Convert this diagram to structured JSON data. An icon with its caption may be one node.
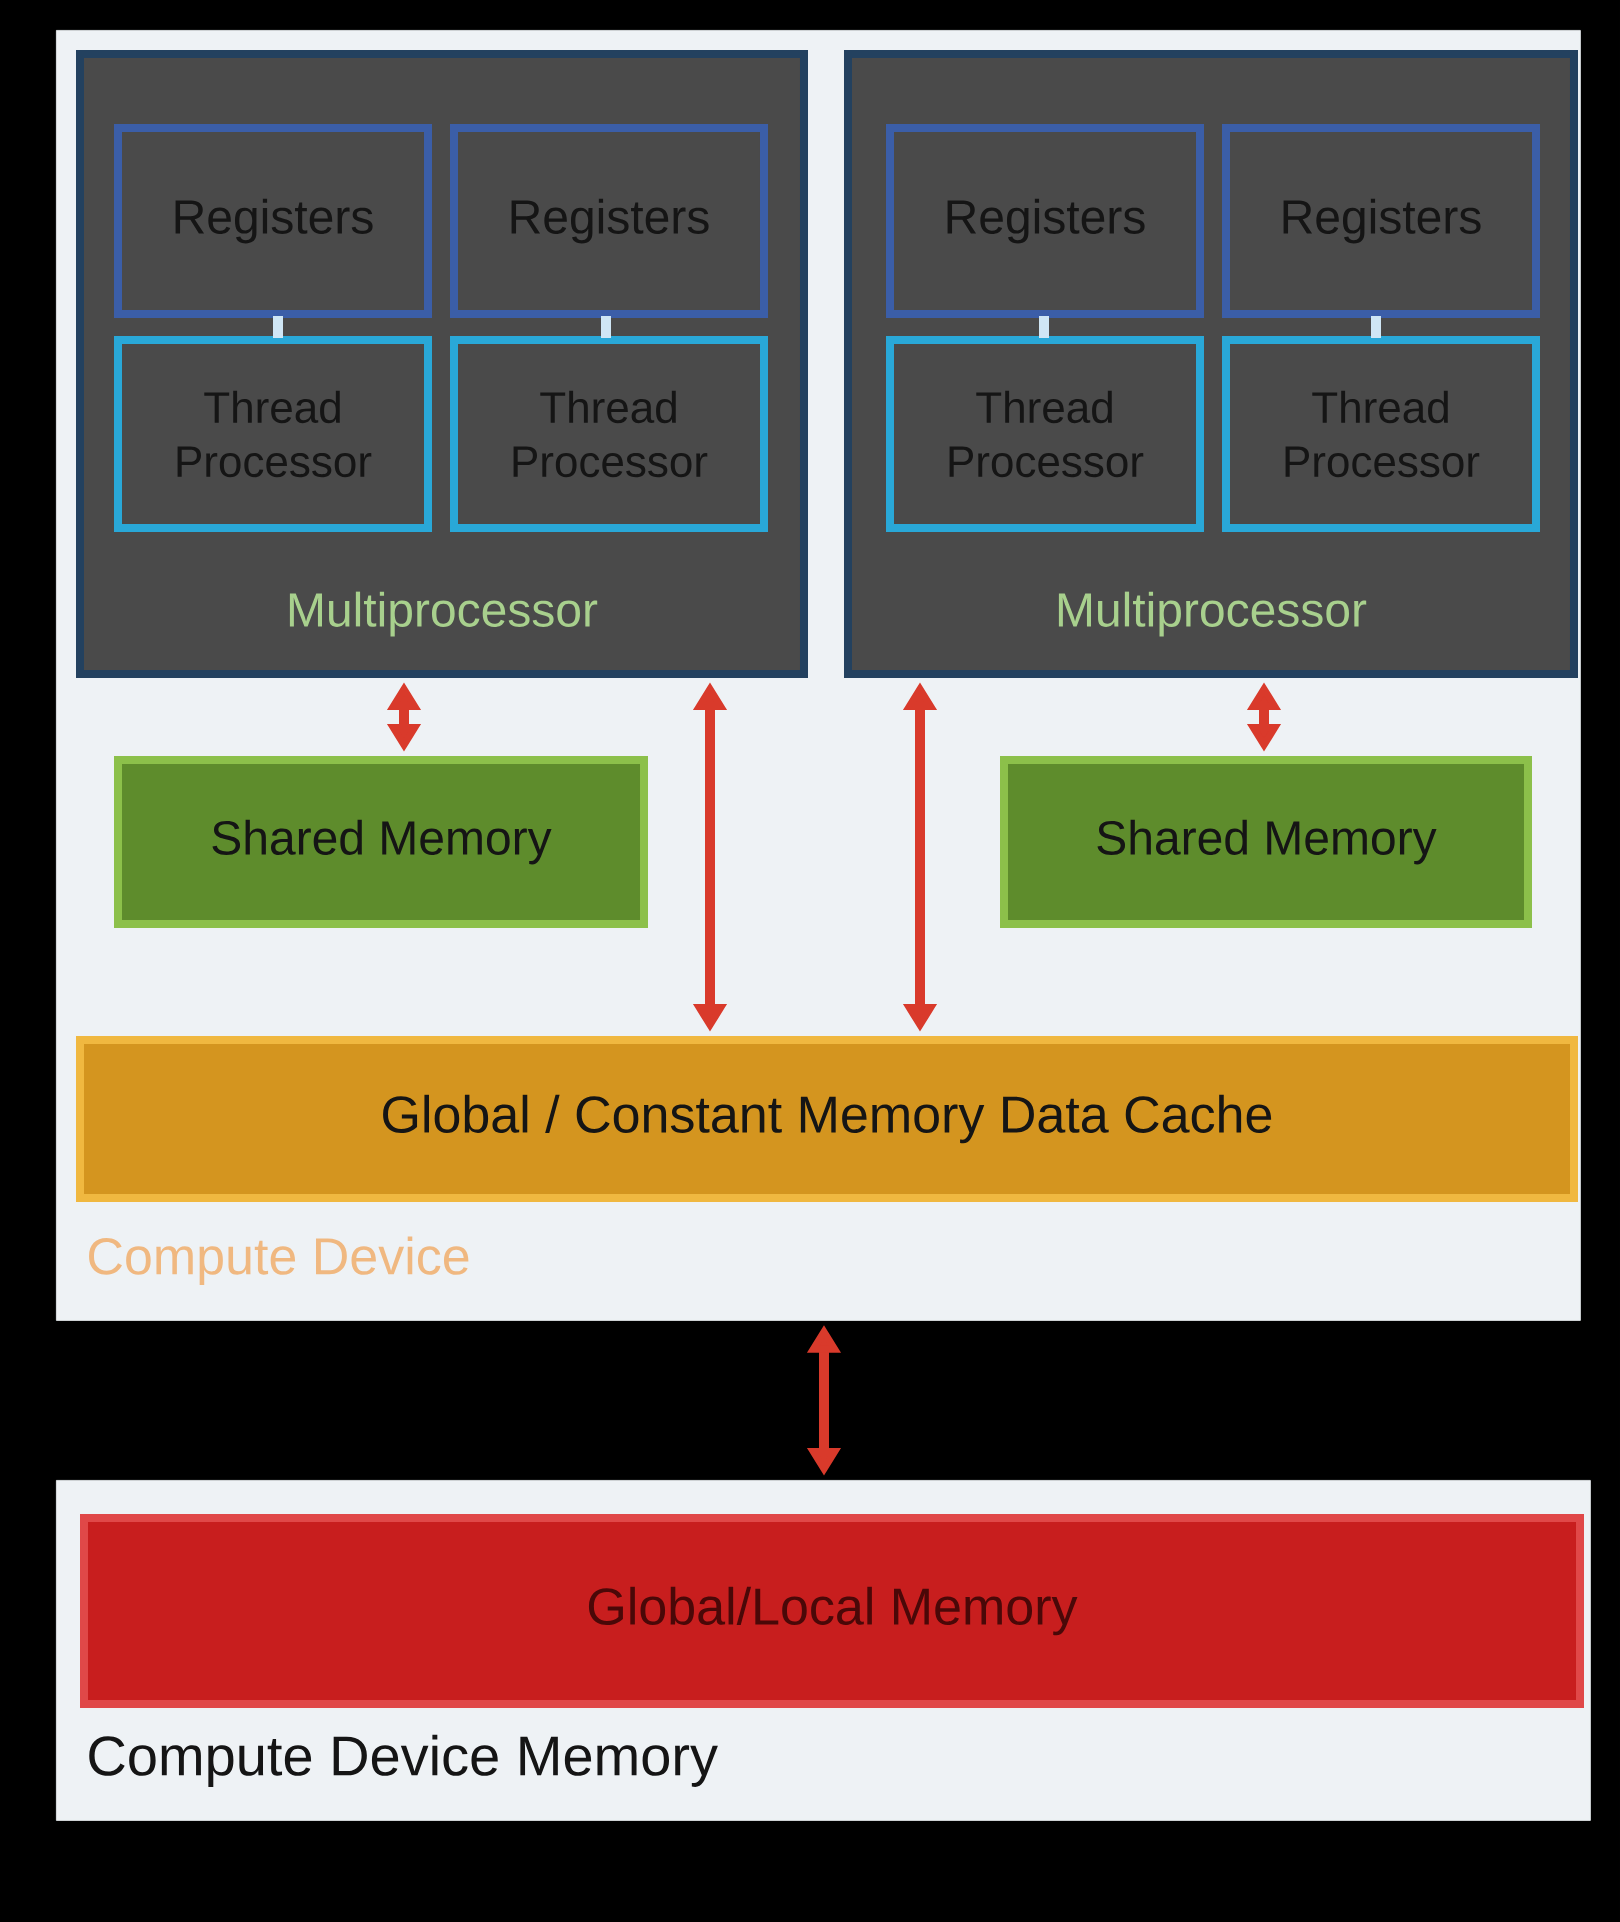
{
  "diagram": {
    "nodes": [
      {
        "text": [
          "Compute Device"
        ]
      },
      {
        "text": [
          "Multiprocessor"
        ],
        "in": 0
      },
      {
        "text": [
          "Registers"
        ],
        "in": 1
      },
      {
        "text": [
          "Thread Processor"
        ],
        "in": 1
      },
      {
        "text": [
          "Registers"
        ],
        "in": 1
      },
      {
        "text": [
          "Thread Processor"
        ],
        "in": 1
      },
      {
        "text": [
          "Multiprocessor"
        ],
        "in": 0
      },
      {
        "text": [
          "Registers"
        ],
        "in": 6
      },
      {
        "text": [
          "Thread Processor"
        ],
        "in": 6
      },
      {
        "text": [
          "Registers"
        ],
        "in": 6
      },
      {
        "text": [
          "Thread Processor"
        ],
        "in": 6
      },
      {
        "text": [
          "Shared Memory"
        ],
        "in": 0
      },
      {
        "text": [
          "Shared Memory"
        ],
        "in": 0
      },
      {
        "text": [
          "Global / Constant Memory Data Cache"
        ],
        "in": 0
      },
      {
        "text": [
          "Compute Device Memory"
        ]
      },
      {
        "text": [
          "Global/Local Memory"
        ],
        "in": 14
      }
    ],
    "edges": [
      {
        "from": 2,
        "to": 3,
        "arrow": "none",
        "color": "#cfe6f5"
      },
      {
        "from": 4,
        "to": 5,
        "arrow": "none",
        "color": "#cfe6f5"
      },
      {
        "from": 7,
        "to": 8,
        "arrow": "none",
        "color": "#cfe6f5"
      },
      {
        "from": 9,
        "to": 10,
        "arrow": "none",
        "color": "#cfe6f5"
      },
      {
        "from": 1,
        "to": 11,
        "arrow": "both"
      },
      {
        "from": 1,
        "to": 13,
        "arrow": "both"
      },
      {
        "from": 6,
        "to": 13,
        "arrow": "both"
      },
      {
        "from": 6,
        "to": 12,
        "arrow": "both"
      },
      {
        "from": 0,
        "to": 14,
        "arrow": "both"
      }
    ]
  }
}
